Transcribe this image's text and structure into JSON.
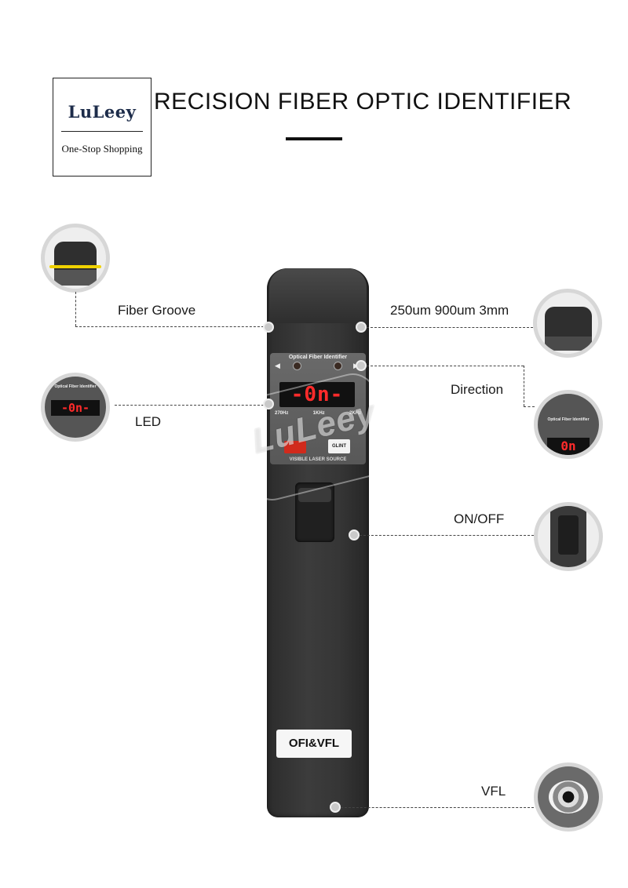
{
  "logo": {
    "brand": "LuLeey",
    "tagline": "One-Stop Shopping"
  },
  "title": "RECISION FIBER OPTIC IDENTIFIER",
  "device": {
    "panel_title": "Optical Fiber Identifier",
    "display": "-0n-",
    "frequencies": [
      "270Hz",
      "1KHz",
      "2KHz"
    ],
    "vfl_button": "GLINT",
    "panel_footer": "VISIBLE LASER SOURCE",
    "body_label": "OFI&VFL"
  },
  "watermark": "LuLeey",
  "callouts": {
    "fiber_groove": "Fiber Groove",
    "sizes": "250um 900um 3mm",
    "direction": "Direction",
    "led": "LED",
    "on_off": "ON/OFF",
    "vfl": "VFL"
  },
  "thumbs": {
    "led_display": "-0n-",
    "led_title": "Optical Fiber Identifier",
    "direction_title": "Optical Fiber Identifier",
    "direction_display": "0n"
  },
  "icons": {
    "marker": "circle-marker-icon",
    "arrow_left": "arrow-left-icon",
    "arrow_right": "arrow-right-icon"
  }
}
